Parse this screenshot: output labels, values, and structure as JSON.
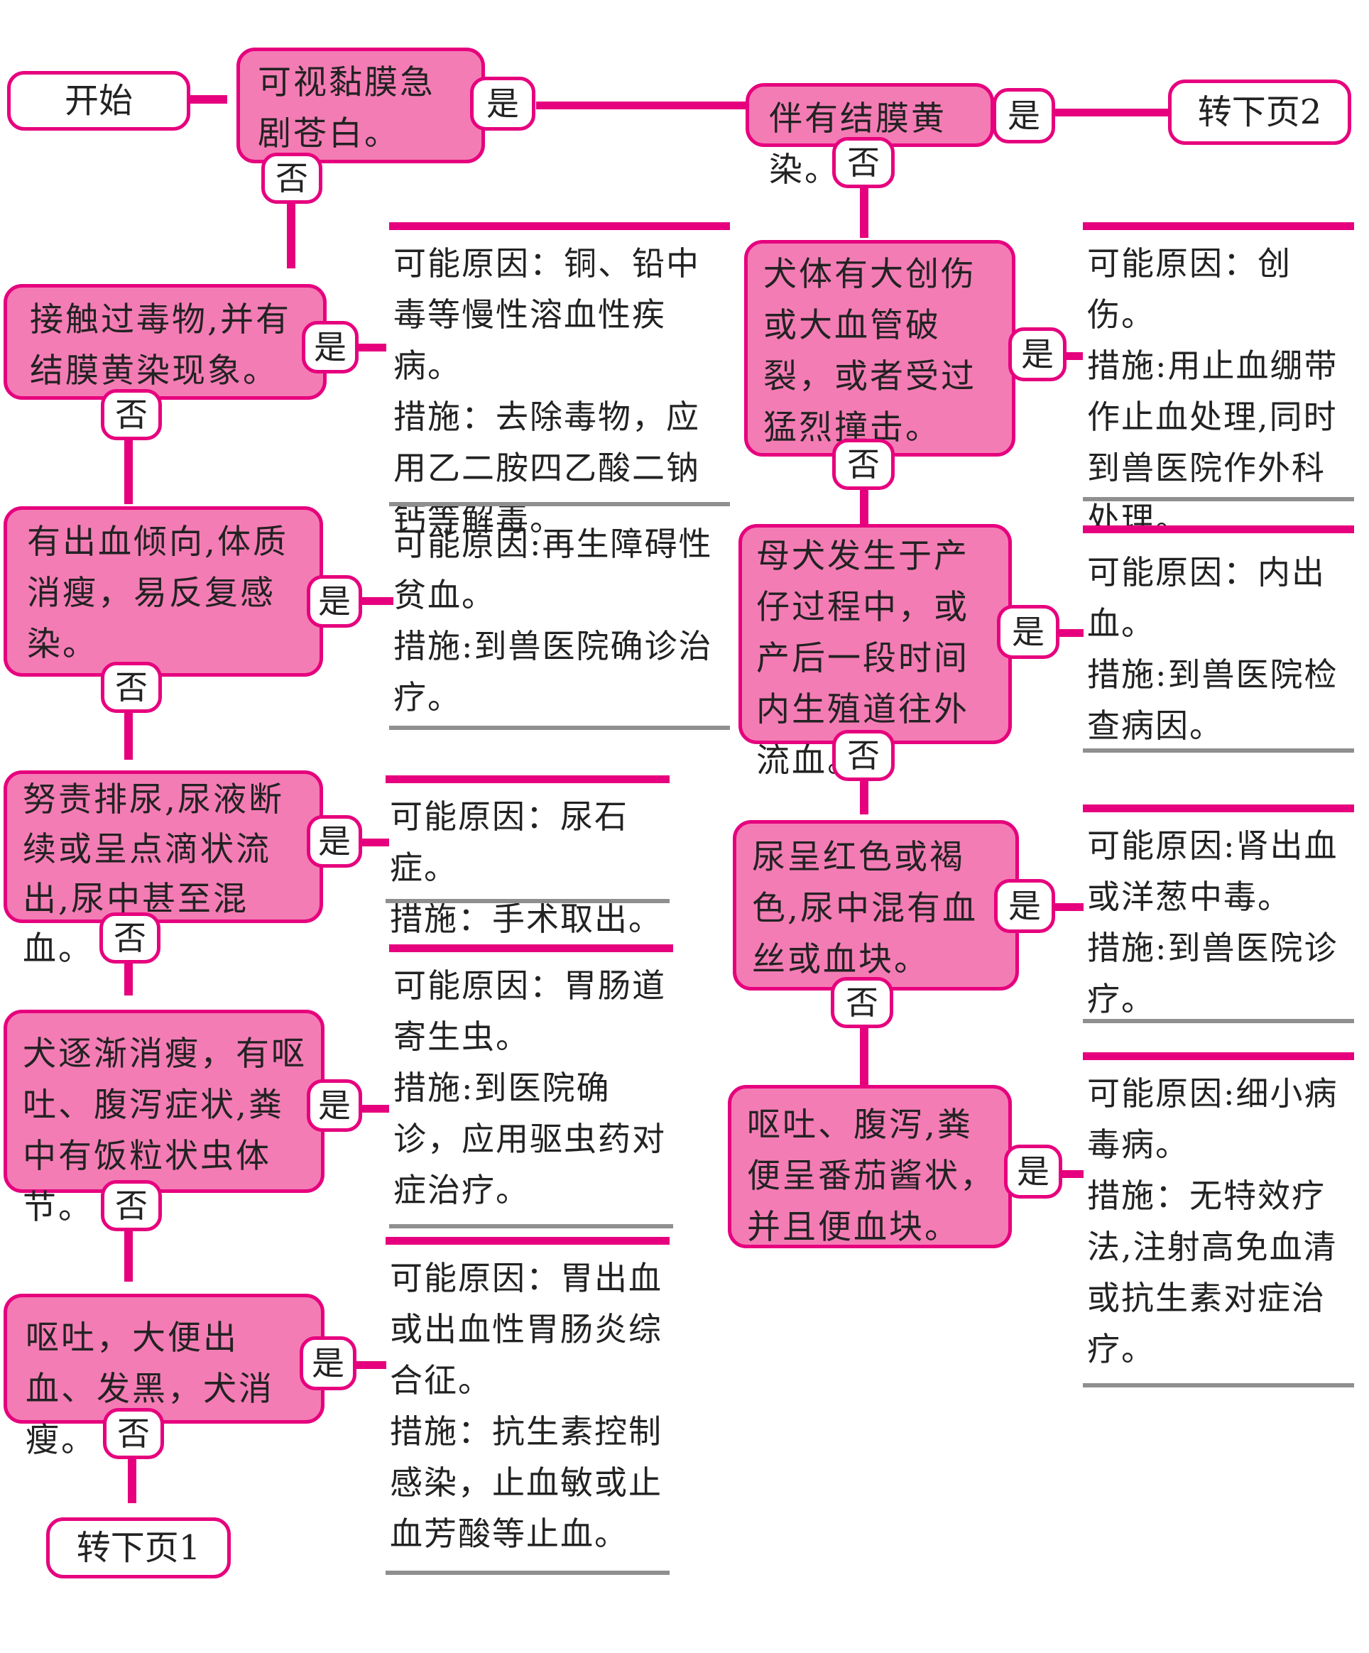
{
  "terminals": {
    "start": "开始",
    "next_page_1": "转下页1",
    "next_page_2": "转下页2"
  },
  "edge_labels": {
    "yes": "是",
    "no": "否"
  },
  "questions": {
    "q_pale_mucosa": "可视黏膜急剧苍白。",
    "q_poison": "接触过毒物,并有结膜黄染现象。",
    "q_bleeding_tendency": "有出血倾向,体质消瘦，易反复感染。",
    "q_urination": "努责排尿,尿液断续或呈点滴状流出,尿中甚至混血。",
    "q_parasite": "犬逐渐消瘦，有呕吐、腹泻症状,粪中有饭粒状虫体节。",
    "q_vomit_black_stool": "呕吐，大便出血、发黑，犬消瘦。",
    "q_jaundice": "伴有结膜黄染。",
    "q_trauma": "犬体有大创伤或大血管破裂，或者受过猛烈撞击。",
    "q_postpartum": "母犬发生于产仔过程中，或产后一段时间内生殖道往外流血。",
    "q_red_urine": "尿呈红色或褐色,尿中混有血丝或血块。",
    "q_tomato_stool": "呕吐、腹泻,粪便呈番茄酱状，并且便血块。"
  },
  "outcomes": {
    "o_poison": [
      "可能原因：铜、铅中毒等慢性溶血性疾病。",
      "措施：去除毒物，应用乙二胺四乙酸二钠钙等解毒。"
    ],
    "o_aplastic": [
      "可能原因:再生障碍性贫血。",
      "措施:到兽医院确诊治疗。"
    ],
    "o_urolith": [
      "可能原因：尿石症。",
      "措施：手术取出。"
    ],
    "o_parasite": [
      "可能原因：胃肠道寄生虫。",
      "措施:到医院确诊，应用驱虫药对症治疗。"
    ],
    "o_gastric": [
      "可能原因：胃出血或出血性胃肠炎综合征。",
      "措施：抗生素控制感染，止血敏或止血芳酸等止血。"
    ],
    "o_trauma": [
      "可能原因：创伤。",
      "措施:用止血绷带作止血处理,同时到兽医院作外科处理。"
    ],
    "o_internal": [
      "可能原因：内出血。",
      "措施:到兽医院检查病因。"
    ],
    "o_renal": [
      "可能原因:肾出血或洋葱中毒。",
      "措施:到兽医院诊疗。"
    ],
    "o_parvo": [
      "可能原因:细小病毒病。",
      "措施：无特效疗法,注射高免血清或抗生素对症治疗。"
    ]
  },
  "colors": {
    "node_fill": "#f47cb4",
    "accent": "#e6007e",
    "rule_gray": "#8f8f8f",
    "badge_fill": "#ffffff"
  }
}
